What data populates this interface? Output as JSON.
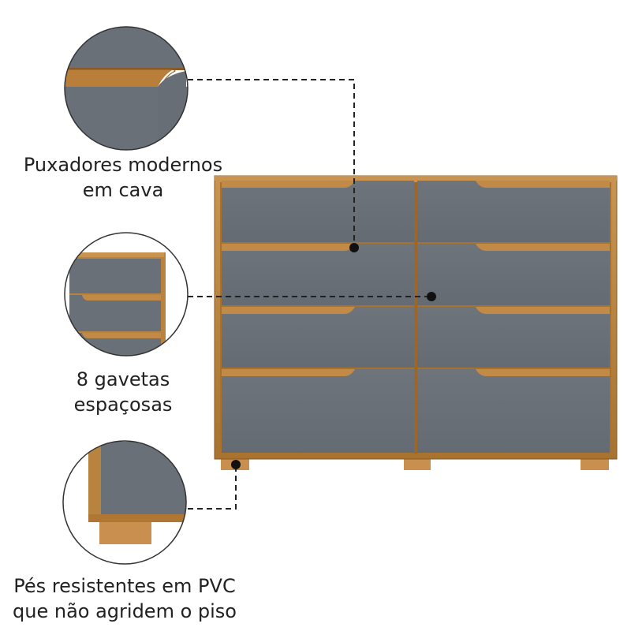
{
  "features": [
    {
      "id": "handles",
      "lines": [
        "Puxadores modernos",
        "em cava"
      ]
    },
    {
      "id": "drawers",
      "lines": [
        "8 gavetas",
        "espaçosas"
      ]
    },
    {
      "id": "feet",
      "lines": [
        "Pés resistentes em PVC",
        "que não agridem o piso"
      ]
    }
  ],
  "colors": {
    "wood": "#B8823F",
    "wood_dark": "#8A5A24",
    "panel": "#6B7178",
    "panel_edge": "#5D636A",
    "foot": "#C98F4F",
    "leader": "#222222",
    "circle_stroke": "#333333"
  }
}
